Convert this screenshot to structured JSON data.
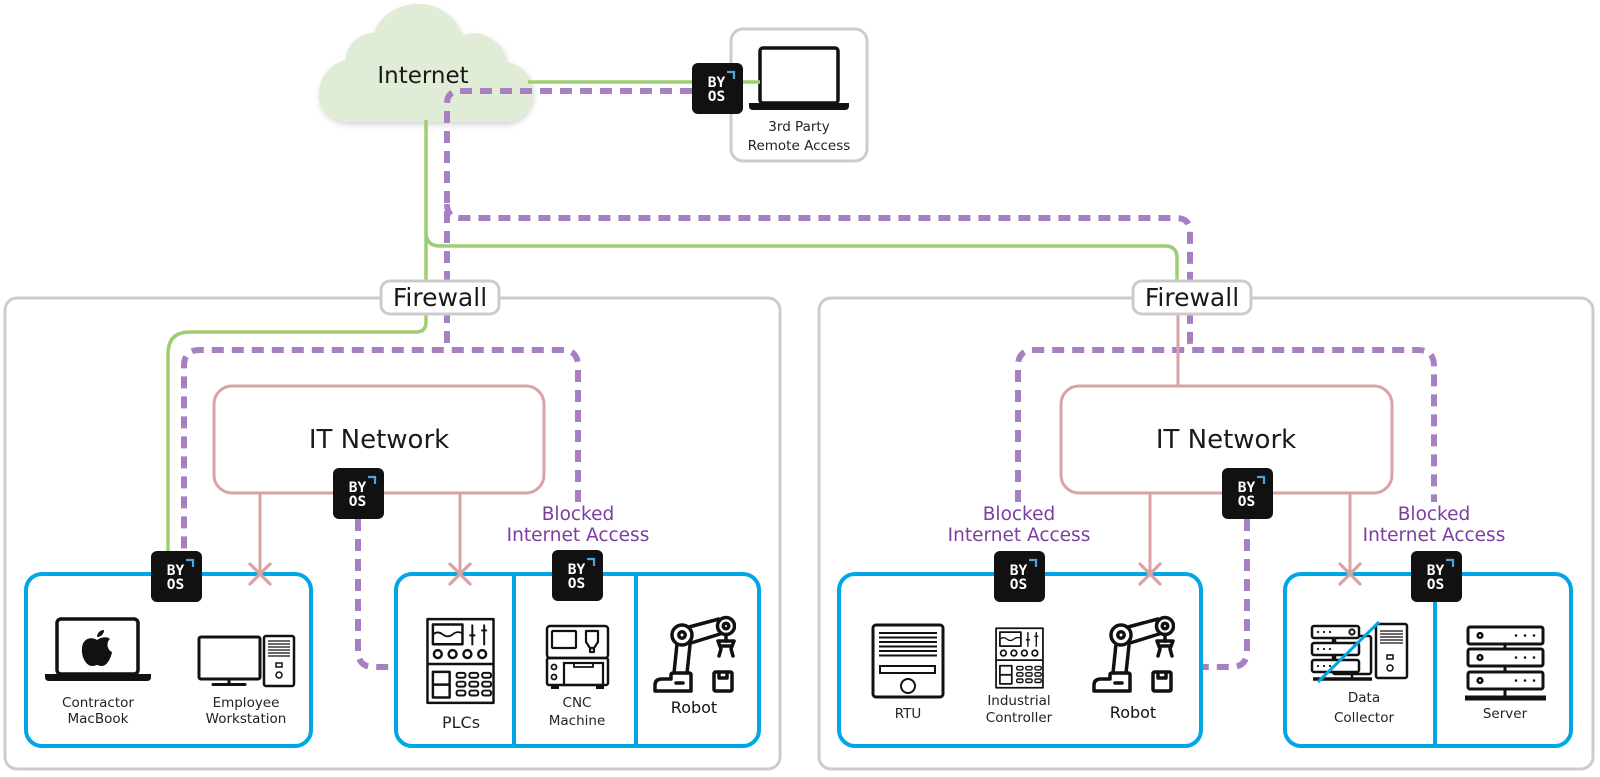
{
  "diagram": {
    "internet": {
      "label": "Internet"
    },
    "remote_access": {
      "line1": "3rd Party",
      "line2": "Remote Access",
      "icon": "laptop-icon"
    },
    "byos_badge": {
      "line1": "BY",
      "line2": "OS"
    },
    "sites": [
      {
        "firewall_label": "Firewall",
        "it_network_label": "IT Network",
        "blocked_labels": [
          {
            "line1": "Blocked",
            "line2": "Internet Access"
          }
        ],
        "segments": [
          {
            "byos_protected": true,
            "devices": [
              {
                "icon": "apple-laptop-icon",
                "label_lines": [
                  "Contractor",
                  "MacBook"
                ]
              },
              {
                "icon": "desktop-workstation-icon",
                "label_lines": [
                  "Employee",
                  "Workstation"
                ]
              }
            ]
          },
          {
            "byos_protected": true,
            "devices": [
              {
                "icon": "plc-icon",
                "label_lines": [
                  "PLCs"
                ]
              },
              {
                "icon": "cnc-machine-icon",
                "label_lines": [
                  "CNC",
                  "Machine"
                ]
              },
              {
                "icon": "robot-arm-icon",
                "label_lines": [
                  "Robot"
                ]
              }
            ]
          }
        ]
      },
      {
        "firewall_label": "Firewall",
        "it_network_label": "IT Network",
        "blocked_labels": [
          {
            "line1": "Blocked",
            "line2": "Internet Access"
          },
          {
            "line1": "Blocked",
            "line2": "Internet Access"
          }
        ],
        "segments": [
          {
            "byos_protected": true,
            "devices": [
              {
                "icon": "rtu-icon",
                "label_lines": [
                  "RTU"
                ]
              },
              {
                "icon": "industrial-controller-icon",
                "label_lines": [
                  "Industrial",
                  "Controller"
                ]
              },
              {
                "icon": "robot-arm-icon",
                "label_lines": [
                  "Robot"
                ]
              }
            ]
          },
          {
            "byos_protected": true,
            "devices": [
              {
                "icon": "data-collector-icon",
                "label_lines": [
                  "Data",
                  "Collector"
                ]
              },
              {
                "icon": "server-icon",
                "label_lines": [
                  "Server"
                ]
              }
            ]
          }
        ]
      }
    ]
  },
  "colors": {
    "internet_link": "#9fcd71",
    "byos_tunnel": "#a680c0",
    "blocked_text": "#7b3da1",
    "it_link": "#d9a3a6",
    "segment_border": "#00a6e6",
    "site_border": "#cccccc",
    "cloud_fill": "#e0ecd6",
    "badge_fill": "#111111",
    "badge_accent": "#4fa3e0"
  }
}
